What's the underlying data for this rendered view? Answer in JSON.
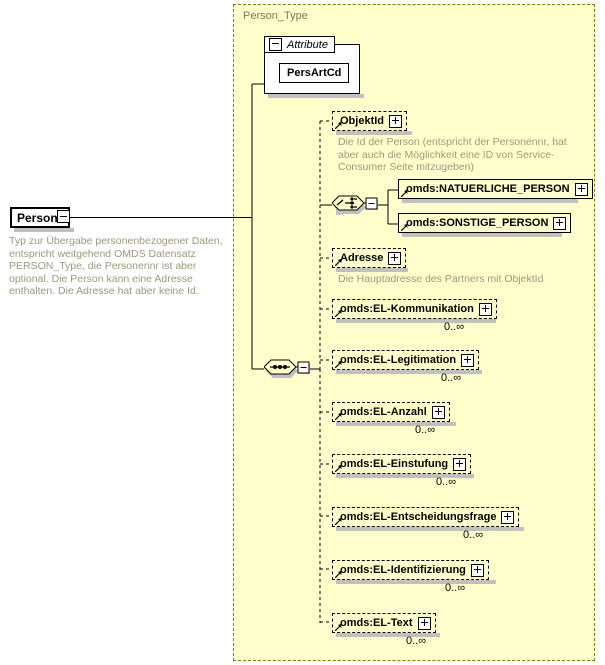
{
  "diagram": {
    "kind": "xsd-schema-diagram",
    "background_color": "#ffffff",
    "type_box_color": "#ffffcc",
    "type_border_color": "#808000",
    "doc_text_color": "#9a9a7a"
  },
  "root": {
    "name": "Person",
    "toggle": "minus",
    "documentation": "Typ zur Übergabe personenbezogener Daten, entspricht weitgehend OMDS Datensatz PERSON_Type, die Personennr ist aber optional. Die Person kann eine Adresse enthalten. Die Adresse hat aber keine Id."
  },
  "type_container": {
    "title": "Person_Type"
  },
  "attributes": {
    "group_label": "Attribute",
    "toggle": "minus",
    "items": [
      {
        "name": "PersArtCd"
      }
    ]
  },
  "compositors": {
    "choice": {
      "symbol": "choice-octagon",
      "toggle": "minus"
    },
    "sequence": {
      "symbol": "sequence-octagon",
      "toggle": "minus"
    }
  },
  "elements": [
    {
      "name": "ObjektId",
      "style": "dashed",
      "toggle": "plus",
      "is_ref": true,
      "cardinality": "",
      "documentation": "Die Id der Person (entspricht der Personennr, hat aber auch die Möglichkeit eine ID von Service-Consumer Seite mitzugeben)"
    },
    {
      "name": "omds:NATUERLICHE_PERSON",
      "style": "solid",
      "toggle": "plus",
      "is_ref": true,
      "cardinality": "",
      "documentation": ""
    },
    {
      "name": "omds:SONSTIGE_PERSON",
      "style": "solid",
      "toggle": "plus",
      "is_ref": true,
      "cardinality": "",
      "documentation": ""
    },
    {
      "name": "Adresse",
      "style": "dashed",
      "toggle": "plus",
      "is_ref": true,
      "cardinality": "",
      "documentation": "Die Hauptadresse des Partners mit ObjektId"
    },
    {
      "name": "omds:EL-Kommunikation",
      "style": "dashed",
      "toggle": "plus",
      "is_ref": true,
      "cardinality": "0..∞",
      "documentation": ""
    },
    {
      "name": "omds:EL-Legitimation",
      "style": "dashed",
      "toggle": "plus",
      "is_ref": true,
      "cardinality": "0..∞",
      "documentation": ""
    },
    {
      "name": "omds:EL-Anzahl",
      "style": "dashed",
      "toggle": "plus",
      "is_ref": true,
      "cardinality": "0..∞",
      "documentation": ""
    },
    {
      "name": "omds:EL-Einstufung",
      "style": "dashed",
      "toggle": "plus",
      "is_ref": true,
      "cardinality": "0..∞",
      "documentation": ""
    },
    {
      "name": "omds:EL-Entscheidungsfrage",
      "style": "dashed",
      "toggle": "plus",
      "is_ref": true,
      "cardinality": "0..∞",
      "documentation": ""
    },
    {
      "name": "omds:EL-Identifizierung",
      "style": "dashed",
      "toggle": "plus",
      "is_ref": true,
      "cardinality": "0..∞",
      "documentation": ""
    },
    {
      "name": "omds:EL-Text",
      "style": "dashed",
      "toggle": "plus",
      "is_ref": true,
      "cardinality": "0..∞",
      "documentation": ""
    }
  ]
}
